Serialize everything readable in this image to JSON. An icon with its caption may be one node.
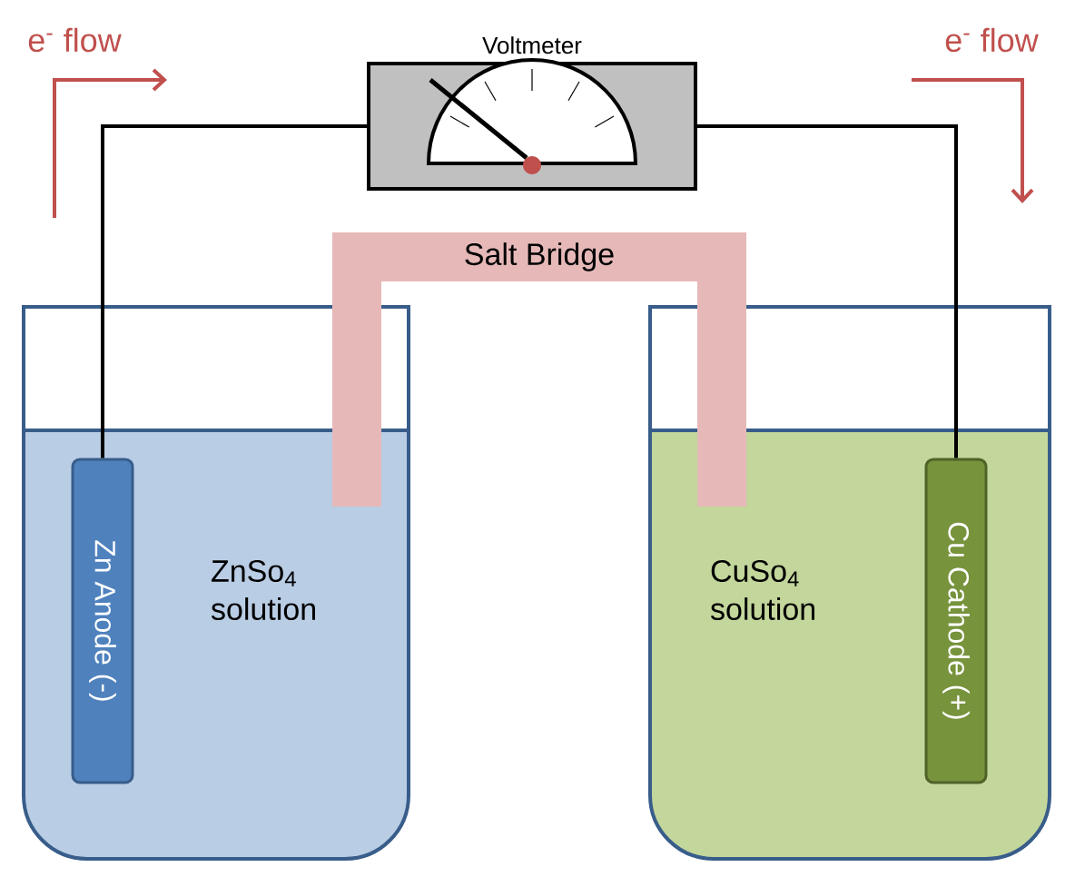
{
  "diagram": {
    "nodes": [
      {
        "text": [
          "Voltmeter"
        ]
      },
      {
        "text": [
          "Salt Bridge"
        ]
      },
      {
        "text": [
          "ZnSo$_{4}$ solution"
        ]
      },
      {
        "text": [
          "Zn Anode (-)"
        ],
        "in": 2
      },
      {
        "text": [
          "CuSo$_{4}$ solution"
        ]
      },
      {
        "text": [
          "Cu Cathode (+)"
        ],
        "in": 4
      }
    ],
    "edges": [
      {
        "from": 3,
        "to": 0,
        "arrow": "none"
      },
      {
        "from": 0,
        "to": 5,
        "arrow": "none"
      }
    ],
    "labels": [
      "e$^{-}$ flow",
      "e$^{-}$ flow"
    ]
  }
}
